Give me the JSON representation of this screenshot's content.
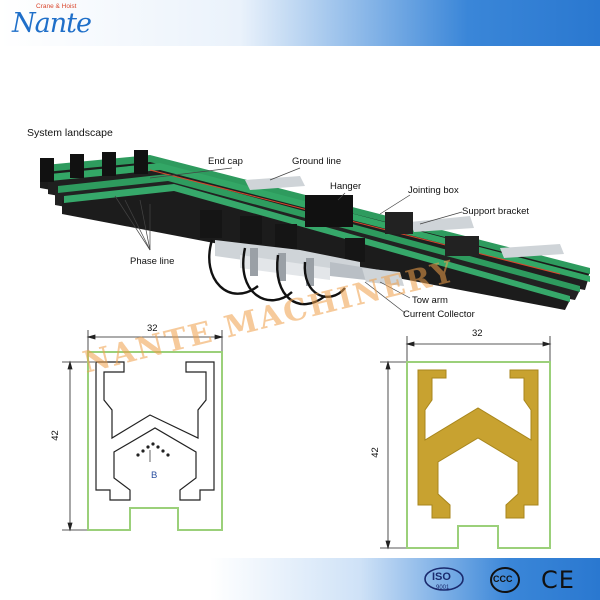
{
  "brand": {
    "name": "Nante",
    "tagline": "Crane & Hoist",
    "accent_blue": "#2a78d0",
    "accent_red": "#d9462c"
  },
  "system_title": "System landscape",
  "callouts": {
    "end_cap": "End cap",
    "ground_line": "Ground line",
    "hanger": "Hanger",
    "jointing_box": "Jointing box",
    "support_bracket": "Support bracket",
    "phase_line": "Phase line",
    "tow_arm": "Tow arm",
    "current_collector": "Current Collector"
  },
  "watermark": "NANTE MACHINERY",
  "left_section": {
    "width_label": "32",
    "height_label": "42",
    "marker_label": "B"
  },
  "right_section": {
    "width_label": "32",
    "height_label": "42"
  },
  "certifications": [
    {
      "name": "iso-mark",
      "label": "ISO",
      "sublabel": "9001"
    },
    {
      "name": "ccc-mark",
      "label": "CCC"
    },
    {
      "name": "ce-mark",
      "label": "CE"
    }
  ],
  "colors": {
    "rail_green": "#2e9b5e",
    "rail_dark": "#1c1c1c",
    "conductor_gold": "#c8a230",
    "outline_green": "#9bd07a",
    "watermark_orange": "#f0a04a"
  }
}
